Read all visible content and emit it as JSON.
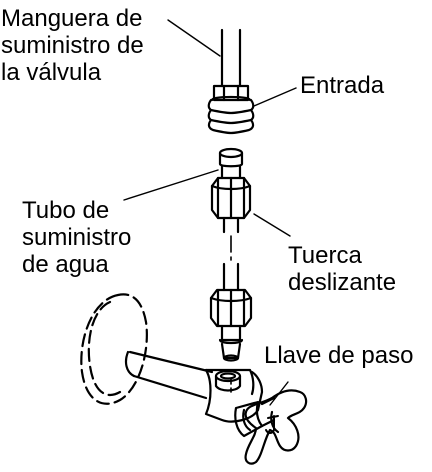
{
  "labels": {
    "supply_hose": [
      "Manguera de",
      "suministro de",
      "la válvula"
    ],
    "inlet": [
      "Entrada"
    ],
    "water_supply_tube": [
      "Tubo de",
      "suministro",
      "de agua"
    ],
    "slip_nut": [
      "Tuerca",
      "deslizante"
    ],
    "shutoff_valve": [
      "Llave de paso"
    ]
  },
  "colors": {
    "ink": "#000000",
    "paper": "#ffffff"
  }
}
